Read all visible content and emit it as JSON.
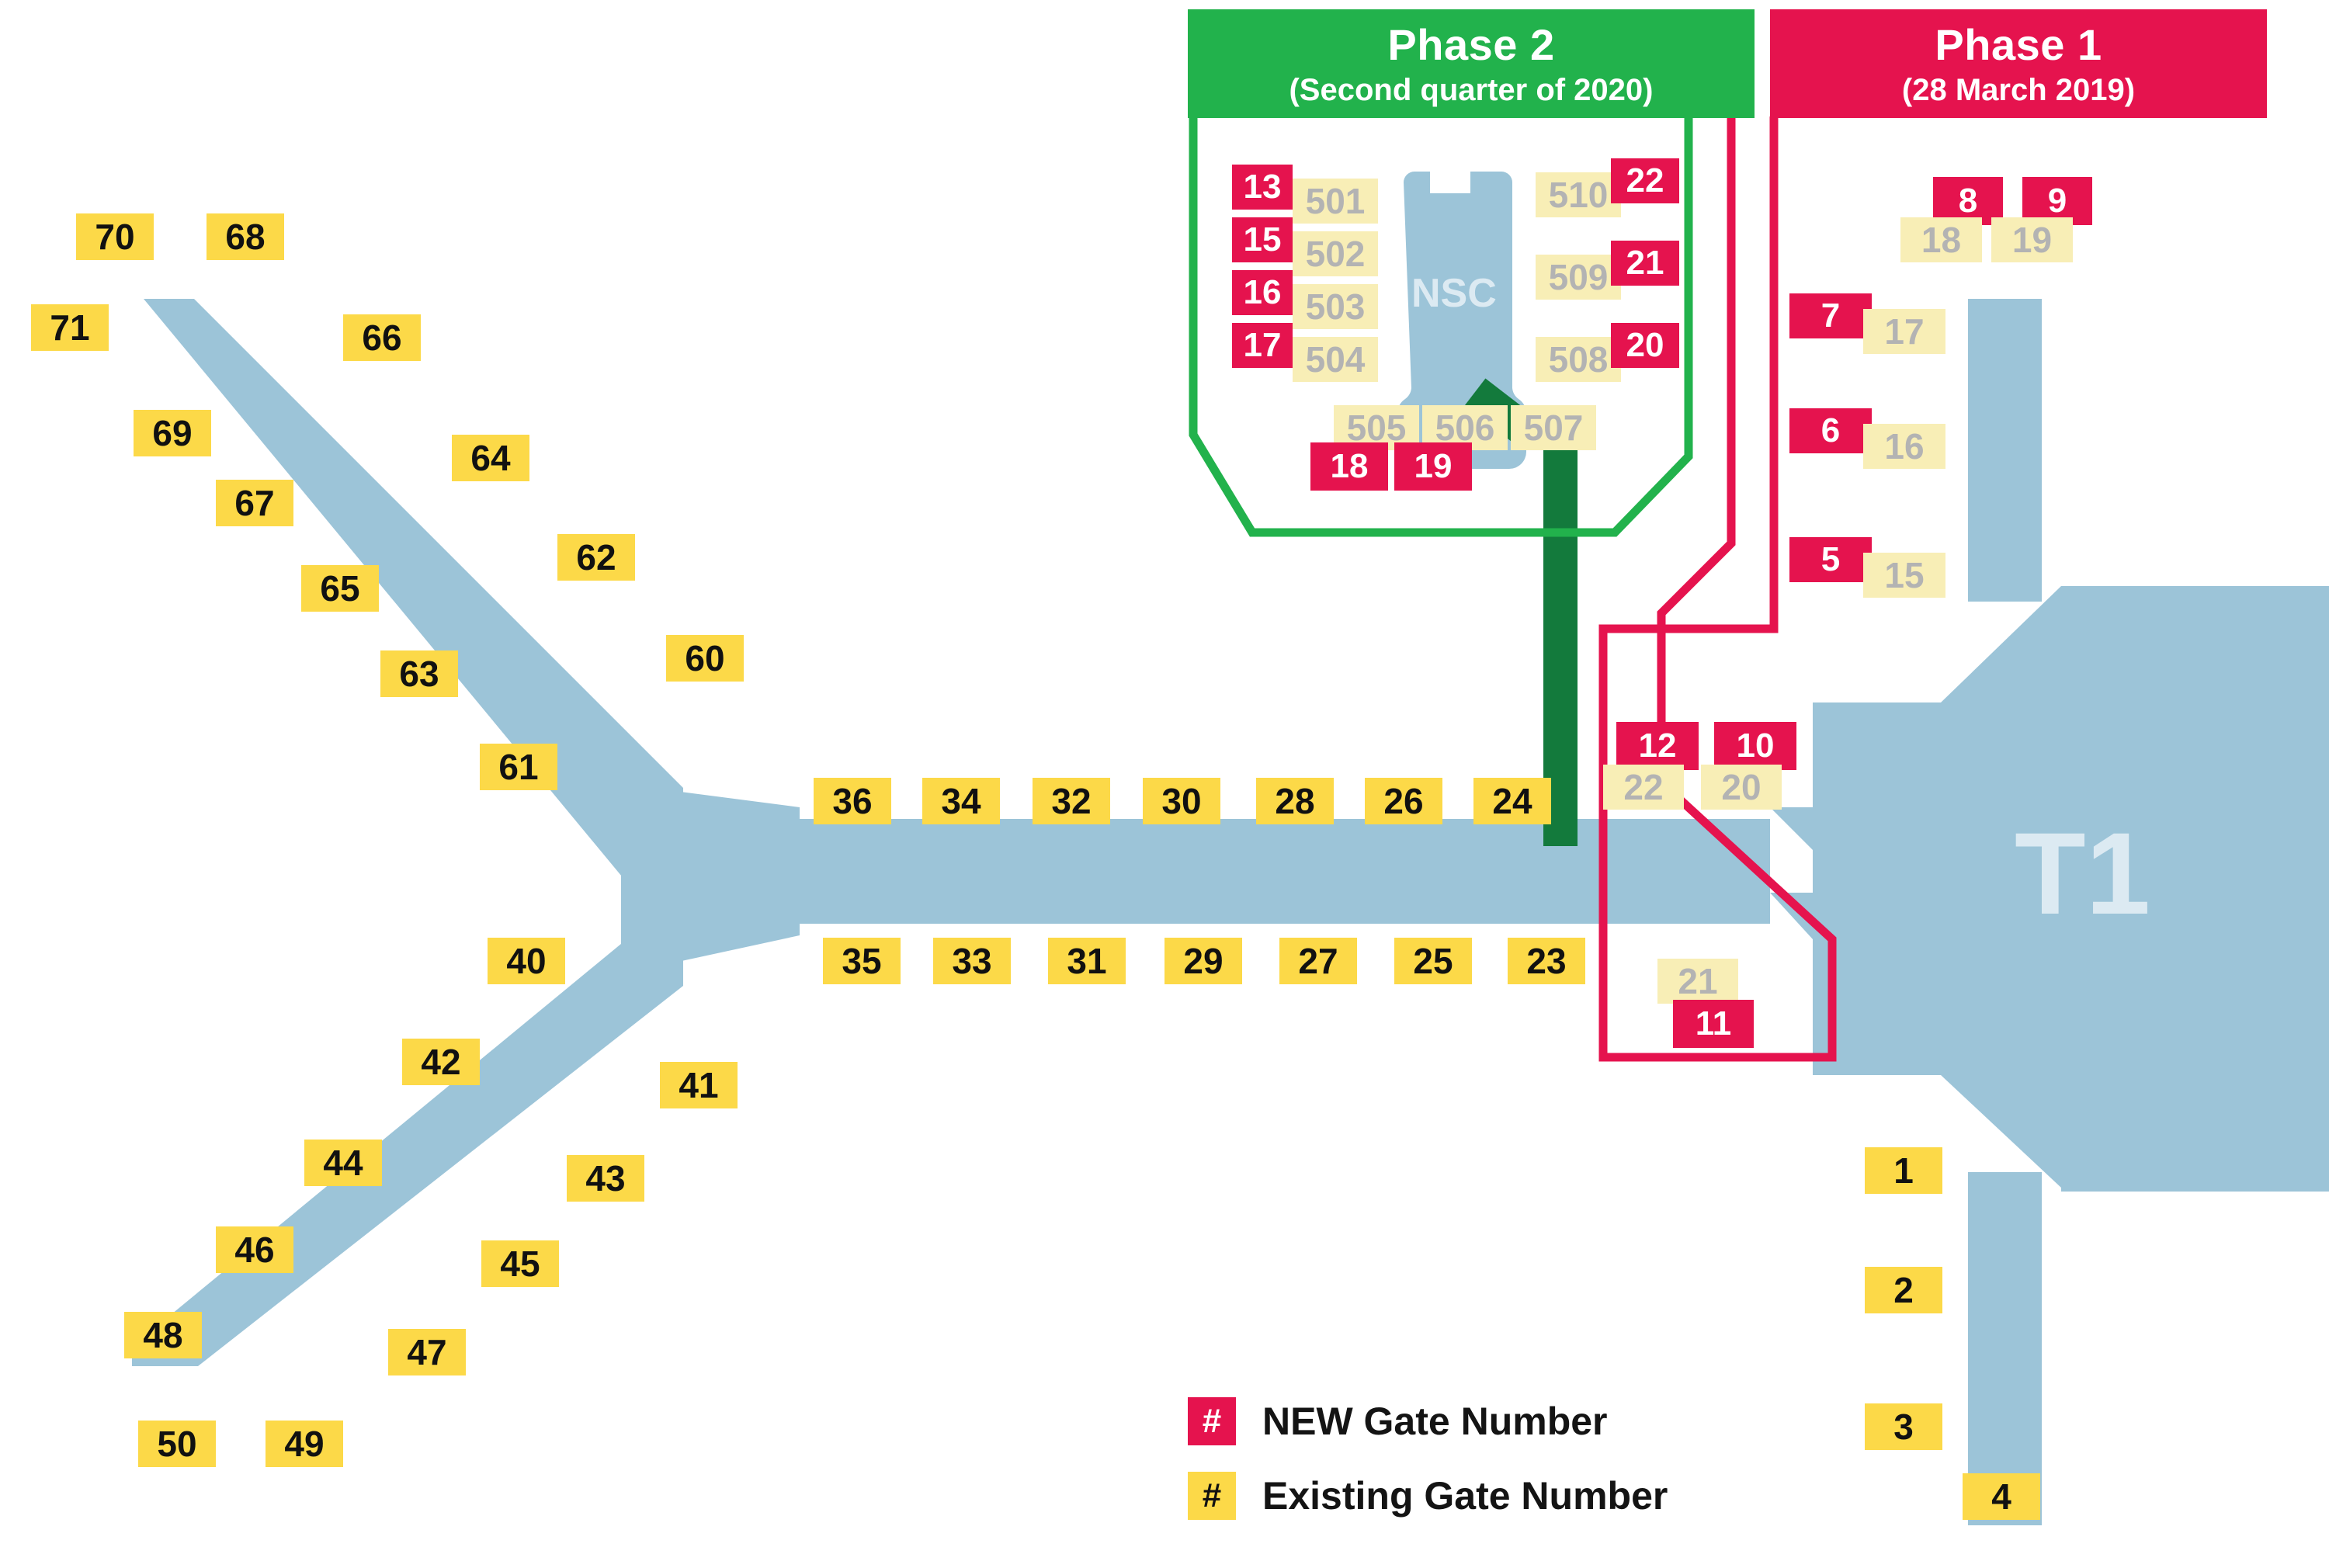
{
  "map": {
    "terminal_label": "T1",
    "satellite_label": "NSC"
  },
  "phases": {
    "phase2": {
      "title": "Phase 2",
      "subtitle": "(Second quarter of 2020)",
      "color": "#22B24C",
      "new_gates_left": [
        "13",
        "15",
        "16",
        "17"
      ],
      "existing_gates_left": [
        "501",
        "502",
        "503",
        "504"
      ],
      "existing_gates_right": [
        "510",
        "509",
        "508"
      ],
      "new_gates_right": [
        "22",
        "21",
        "20"
      ],
      "existing_gates_bottom": [
        "505",
        "506",
        "507"
      ],
      "new_gates_bottom": [
        "18",
        "19"
      ]
    },
    "phase1": {
      "title": "Phase 1",
      "subtitle": "(28 March 2019)",
      "color": "#E5134E",
      "new_gates_top": [
        "8",
        "9"
      ],
      "existing_gates_top": [
        "18",
        "19"
      ],
      "new_gates_side": [
        "7",
        "6",
        "5"
      ],
      "existing_gates_side": [
        "17",
        "16",
        "15"
      ],
      "new_gates_center": [
        "12",
        "10"
      ],
      "existing_gates_center": [
        "22",
        "20"
      ],
      "existing_gate_lower": "21",
      "new_gate_lower": "11"
    }
  },
  "gates": {
    "northwest_pier_outer": [
      "70",
      "68",
      "66",
      "64",
      "62",
      "60"
    ],
    "northwest_pier_inner": [
      "71",
      "69",
      "67",
      "65",
      "63",
      "61"
    ],
    "southwest_pier_outer": [
      "40",
      "42",
      "44",
      "46",
      "48",
      "50"
    ],
    "southwest_pier_inner": [
      "41",
      "43",
      "45",
      "47",
      "49"
    ],
    "central_corridor_north": [
      "36",
      "34",
      "32",
      "30",
      "28",
      "26",
      "24"
    ],
    "central_corridor_south": [
      "35",
      "33",
      "31",
      "29",
      "27",
      "25",
      "23"
    ],
    "terminal_west": [
      "1",
      "2",
      "3",
      "4"
    ]
  },
  "legend": {
    "rows": [
      {
        "symbol": "#",
        "label": "NEW Gate Number",
        "color": "#E5134E"
      },
      {
        "symbol": "#",
        "label": "Existing Gate Number",
        "color": "#FCD948"
      }
    ]
  },
  "colors": {
    "crimson": "#E5134E",
    "green": "#22B24C",
    "dark_green": "#137A3C",
    "yellow": "#FCD948",
    "cream": "#F8EEB6",
    "building_blue": "#9CC4D8",
    "building_text": "#DCEAF2",
    "cream_text": "#B3B3B3"
  }
}
